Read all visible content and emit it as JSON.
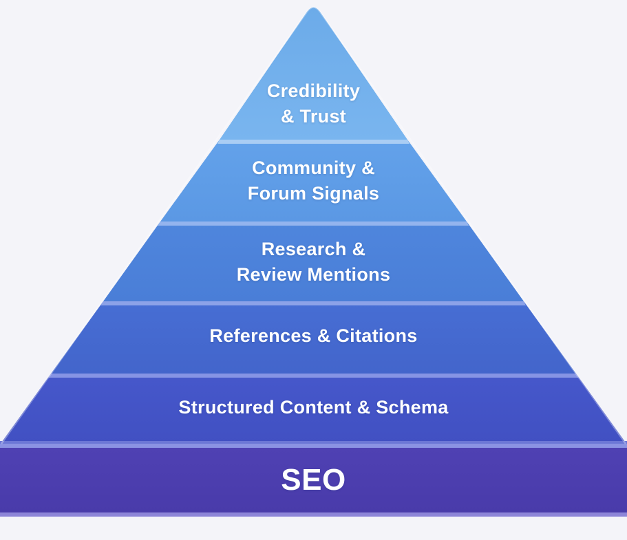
{
  "diagram": {
    "type": "pyramid",
    "title_visible": false,
    "background_color": "#f4f4f9",
    "text_color": "#ffffff",
    "levels_top_to_bottom": [
      "Credibility & Trust",
      "Community & Forum Signals",
      "Research & Review Mentions",
      "References & Citations",
      "Structured Content & Schema",
      "SEO"
    ]
  },
  "pyramid": {
    "tiers": [
      {
        "id": "credibility-trust",
        "line1": "Credibility",
        "line2": "& Trust",
        "color_top": "#6cabe9",
        "color_bottom": "#79b5ef",
        "highlight": ""
      },
      {
        "id": "community-forum-signals",
        "line1": "Community &",
        "line2": "Forum Signals",
        "color_top": "#63a2ea",
        "color_bottom": "#5b98e4",
        "highlight": "#a9cdf4"
      },
      {
        "id": "research-review-mentions",
        "line1": "Research &",
        "line2": "Review Mentions",
        "color_top": "#4f86dd",
        "color_bottom": "#4a7ed7",
        "highlight": "#94b4ee"
      },
      {
        "id": "references-citations",
        "line1": "References & Citations",
        "line2": "",
        "color_top": "#476ed4",
        "color_bottom": "#4365cb",
        "highlight": "#8ca2e8"
      },
      {
        "id": "structured-content-schema",
        "line1": "Structured Content & Schema",
        "line2": "",
        "color_top": "#4658cb",
        "color_bottom": "#4150c2",
        "highlight": "#8694e4"
      },
      {
        "id": "seo",
        "line1": "SEO",
        "line2": "",
        "color_top": "#4f41b3",
        "color_bottom": "#493baa",
        "highlight": "#8b93e3",
        "highlight_upper": "#6c77d6",
        "highlight_bottom": "#8d85d8"
      }
    ]
  }
}
